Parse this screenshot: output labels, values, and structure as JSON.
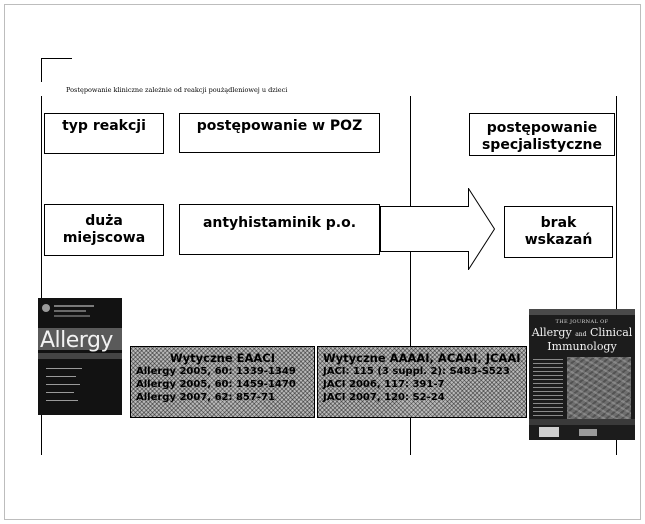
{
  "caption": "Postępowanie kliniczne zależnie od reakcji poużądleniowej u dzieci",
  "headers": {
    "reaction_type": "typ reakcji",
    "poz": "postępowanie w POZ",
    "specialist_line1": "postępowanie",
    "specialist_line2": "specjalistyczne"
  },
  "row": {
    "reaction_line1": "duża",
    "reaction_line2": "miejscowa",
    "poz": "antyhistaminik p.o.",
    "specialist_line1": "brak",
    "specialist_line2": "wskazań"
  },
  "guidelines_eaaci": {
    "title": "Wytyczne EAACI",
    "refs": [
      "Allergy 2005, 60: 1339-1349",
      "Allergy 2005, 60: 1459-1470",
      "Allergy 2007, 62: 857-71"
    ]
  },
  "guidelines_us": {
    "title": "Wytyczne AAAAI, ACAAI, JCAAI",
    "refs": [
      "JACI: 115 (3 suppl. 2): S483-S523",
      "JACI 2006, 117: 391-7",
      "JACI 2007, 120: S2-24"
    ]
  },
  "cover_allergy": {
    "title": "Allergy"
  },
  "cover_jaci": {
    "line1": "The Journal of",
    "line2": "Allergy",
    "line3": "Clinical",
    "line4": "Immunology",
    "and": "and"
  },
  "colors": {
    "hatch": "#b9b9b9",
    "line": "#000000"
  }
}
